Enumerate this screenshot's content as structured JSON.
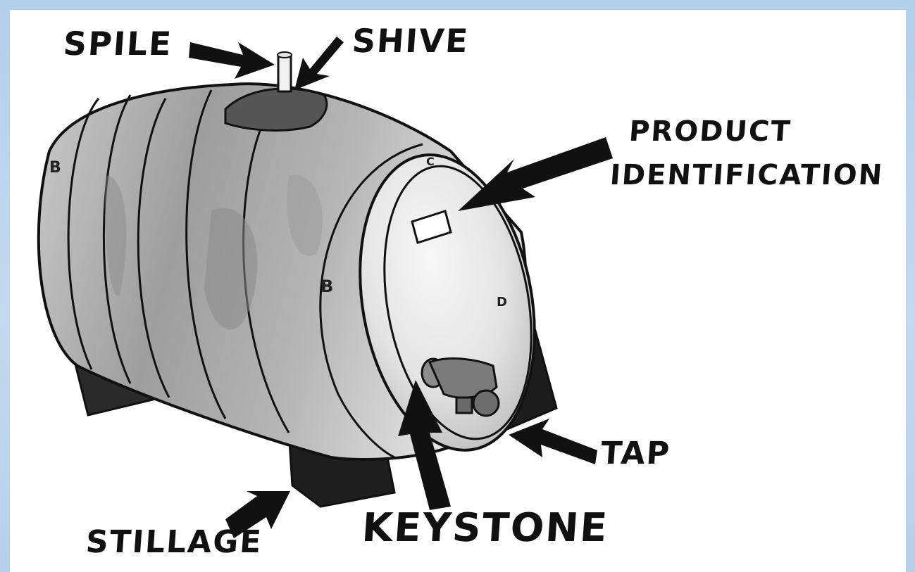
{
  "labels": {
    "spile": "SPILE",
    "shive": "SHIVE",
    "product_line1": "PRODUCT",
    "product_line2": "IDENTIFICATION",
    "tap": "TAP",
    "keystone": "KEYSTONE",
    "stillage": "STILLAGE"
  },
  "cask_marks": {
    "left_end": "B",
    "mid_band": "B",
    "top_front": "C",
    "front_rim": "D"
  },
  "colors": {
    "frame": "#b9d3ee",
    "panel": "#ffffff",
    "ink": "#111111",
    "stillage": "#1e1e1e"
  }
}
